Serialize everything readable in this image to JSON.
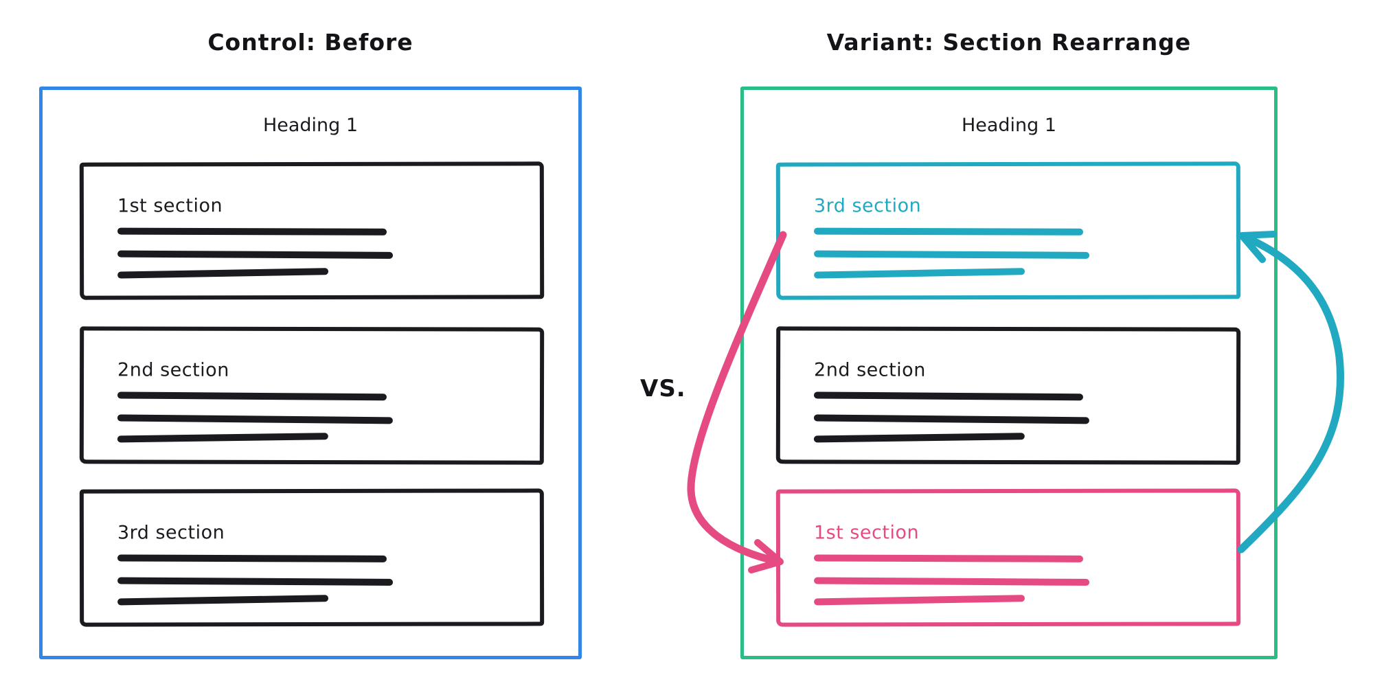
{
  "vs_label": "VS.",
  "left_panel": {
    "title": "Control: Before",
    "heading": "Heading 1",
    "border_color": "#3485e8",
    "sections": [
      {
        "label": "1st section",
        "color": "#1b1b1f"
      },
      {
        "label": "2nd section",
        "color": "#1b1b1f"
      },
      {
        "label": "3rd section",
        "color": "#1b1b1f"
      }
    ]
  },
  "right_panel": {
    "title": "Variant: Section Rearrange",
    "heading": "Heading 1",
    "border_color": "#2abd85",
    "sections": [
      {
        "label": "3rd section",
        "color": "#20a9c0"
      },
      {
        "label": "2nd section",
        "color": "#1b1b1f"
      },
      {
        "label": "1st section",
        "color": "#e54b82"
      }
    ]
  },
  "arrows": [
    {
      "name": "move 1st section down",
      "color": "#e54b82"
    },
    {
      "name": "move 3rd section up",
      "color": "#20a9c0"
    }
  ]
}
